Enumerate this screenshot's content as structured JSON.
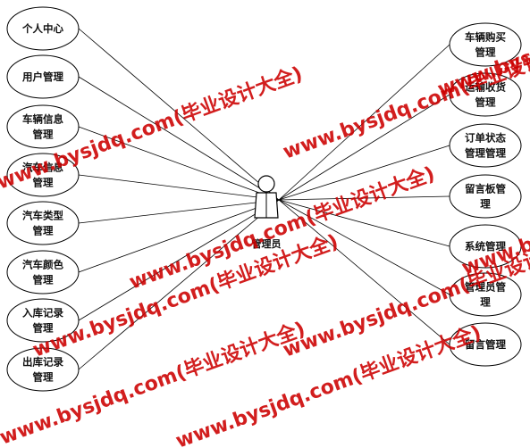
{
  "actor": {
    "label": "管理员"
  },
  "left_use_cases": [
    {
      "lines": [
        "个人中心"
      ]
    },
    {
      "lines": [
        "用户管理"
      ]
    },
    {
      "lines": [
        "车辆信息",
        "管理"
      ]
    },
    {
      "lines": [
        "汽车信息",
        "管理"
      ]
    },
    {
      "lines": [
        "汽车类型",
        "管理"
      ]
    },
    {
      "lines": [
        "汽车颜色",
        "管理"
      ]
    },
    {
      "lines": [
        "入库记录",
        "管理"
      ]
    },
    {
      "lines": [
        "出库记录",
        "管理"
      ]
    }
  ],
  "right_use_cases": [
    {
      "lines": [
        "车辆购买",
        "管理"
      ]
    },
    {
      "lines": [
        "运输收货",
        "管理"
      ]
    },
    {
      "lines": [
        "订单状态",
        "管理管理"
      ]
    },
    {
      "lines": [
        "留言板管",
        "理"
      ]
    },
    {
      "lines": [
        "系统管理"
      ]
    },
    {
      "lines": [
        "管理员管",
        "理"
      ]
    },
    {
      "lines": [
        "留言管理"
      ]
    }
  ],
  "watermark": {
    "text": "www.bysjdq.com(毕业设计大全)",
    "color": "#cc0000"
  },
  "colors": {
    "stroke": "#000000",
    "background": "#ffffff"
  }
}
